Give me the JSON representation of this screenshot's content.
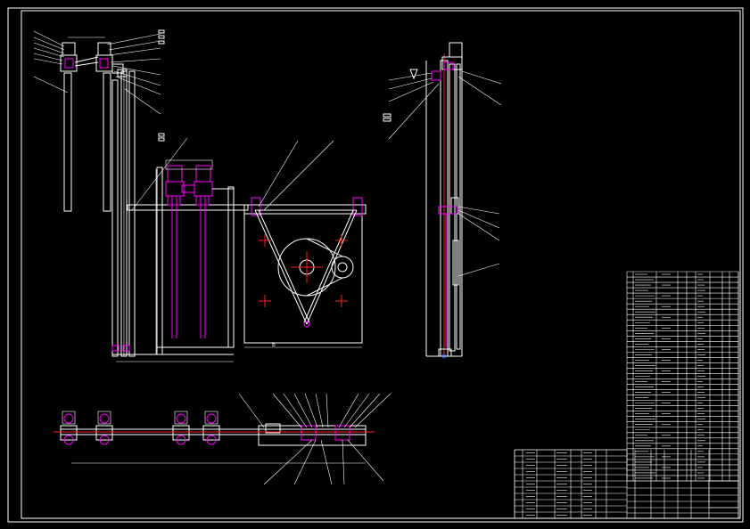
{
  "drawing": {
    "colors": {
      "background": "#000000",
      "outline": "#ffffff",
      "parts": "#ff00ff",
      "centerlines": "#ff2020",
      "axis": "#2a55ff"
    },
    "views": [
      "front-view",
      "side-view",
      "top-view"
    ],
    "parts_list_rows": 39,
    "title_block": {
      "dimension_mark": "b"
    }
  }
}
